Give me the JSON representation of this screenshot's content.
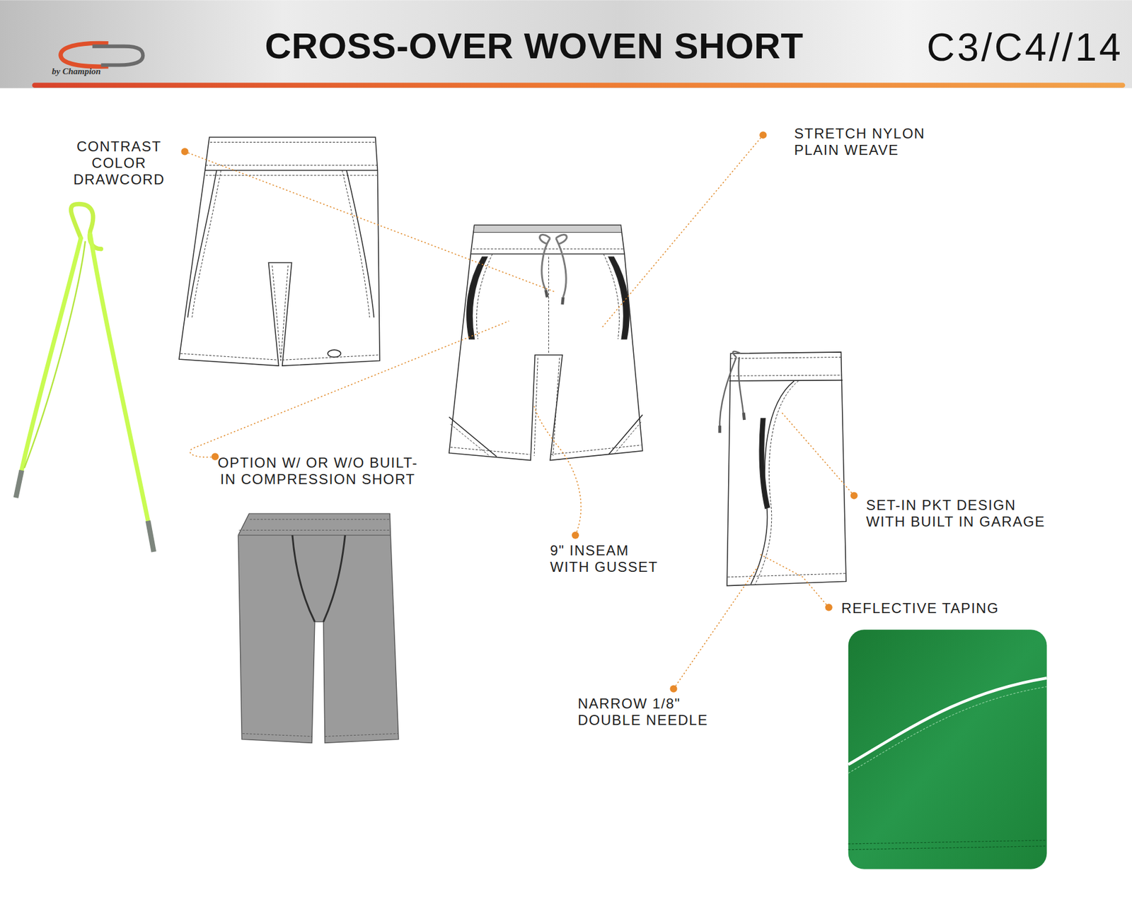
{
  "diagram": {
    "title": "CROSS-OVER WOVEN SHORT",
    "labels": [
      "C3/C4//14",
      "by Champion",
      "CONTRAST COLOR DRAWCORD",
      "STRETCH NYLON PLAIN WEAVE",
      "OPTION W/ OR W/O BUILT-IN COMPRESSION SHORT",
      "9\" INSEAM WITH GUSSET",
      "SET-IN PKT DESIGN WITH BUILT IN GARAGE",
      "REFLECTIVE TAPING",
      "NARROW 1/8\" DOUBLE NEEDLE"
    ]
  }
}
